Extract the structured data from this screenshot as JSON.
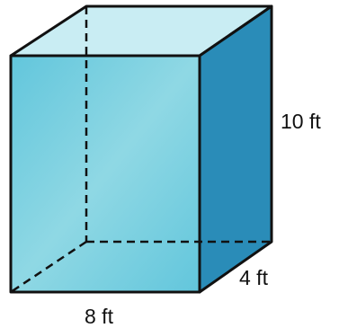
{
  "figure": {
    "shape": "rectangular prism",
    "labels": {
      "height": "10 ft",
      "depth": "4 ft",
      "width": "8 ft"
    },
    "colors": {
      "front_face": "#62c6dc",
      "front_face_light": "#8fd8e4",
      "side_face": "#2a8cb8",
      "top_face": "#c9edf3",
      "edge": "#111111"
    }
  }
}
